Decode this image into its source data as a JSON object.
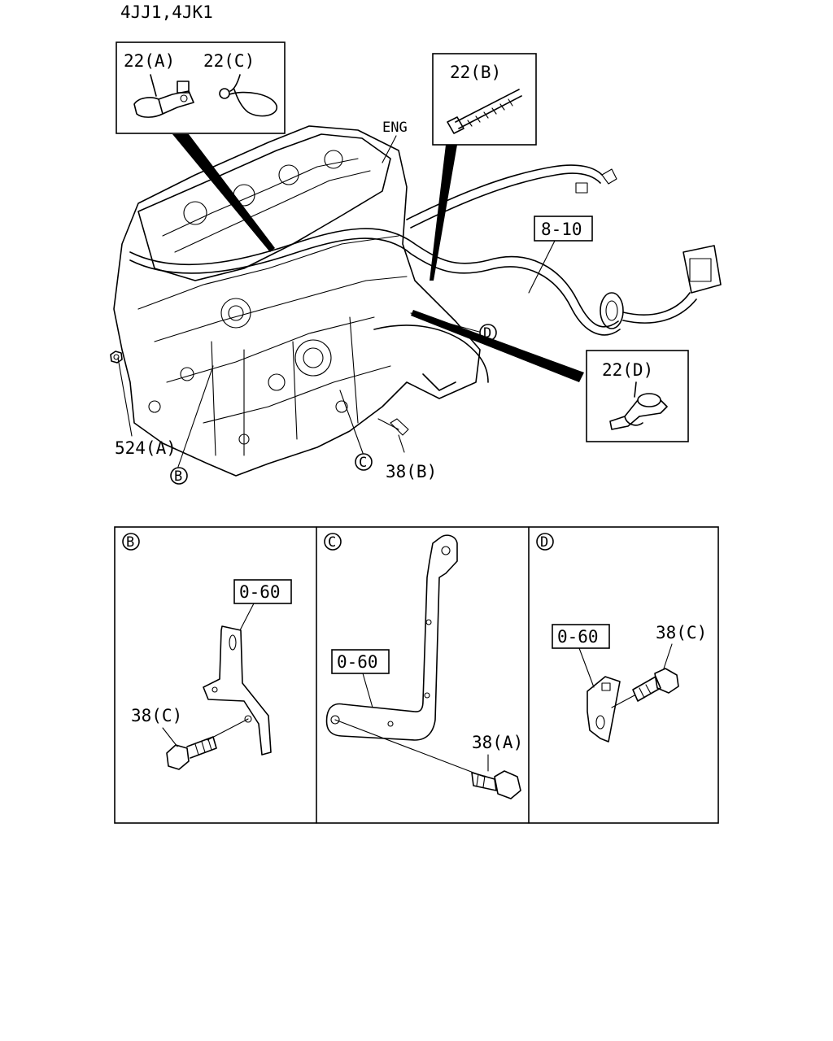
{
  "header": {
    "model_codes": "4JJ1,4JK1"
  },
  "callouts": {
    "clip_22a": "22(A)",
    "clip_22c": "22(C)",
    "tie_22b": "22(B)",
    "clip_22d": "22(D)",
    "eng": "ENG",
    "harness_8_10": "8-10",
    "nut_524a": "524(A)",
    "bolt_38b": "38(B)",
    "ref_b": "B",
    "ref_c": "C",
    "ref_d": "D"
  },
  "panels": [
    {
      "id": "B",
      "bracket_ref": "0-60",
      "bolt": "38(C)"
    },
    {
      "id": "C",
      "bracket_ref": "0-60",
      "bolt": "38(A)"
    },
    {
      "id": "D",
      "bracket_ref": "0-60",
      "bolt": "38(C)"
    }
  ]
}
